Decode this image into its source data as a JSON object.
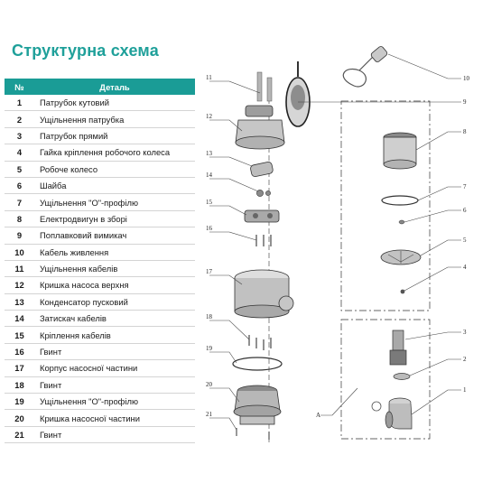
{
  "title": "Структурна схема",
  "table": {
    "header_num": "№",
    "header_name": "Деталь",
    "rows": [
      {
        "num": "1",
        "name": "Патрубок кутовий"
      },
      {
        "num": "2",
        "name": "Ущільнення патрубка"
      },
      {
        "num": "3",
        "name": "Патрубок прямий"
      },
      {
        "num": "4",
        "name": "Гайка кріплення робочого колеса"
      },
      {
        "num": "5",
        "name": "Робоче колесо"
      },
      {
        "num": "6",
        "name": "Шайба"
      },
      {
        "num": "7",
        "name": "Ущільнення \"О\"-профілю"
      },
      {
        "num": "8",
        "name": "Електродвигун в зборі"
      },
      {
        "num": "9",
        "name": "Поплавковий вимикач"
      },
      {
        "num": "10",
        "name": "Кабель живлення"
      },
      {
        "num": "11",
        "name": "Ущільнення кабелів"
      },
      {
        "num": "12",
        "name": "Кришка насоса верхня"
      },
      {
        "num": "13",
        "name": "Конденсатор пусковий"
      },
      {
        "num": "14",
        "name": "Затискач кабелів"
      },
      {
        "num": "15",
        "name": "Кріплення кабелів"
      },
      {
        "num": "16",
        "name": "Гвинт"
      },
      {
        "num": "17",
        "name": "Корпус насосної частини"
      },
      {
        "num": "18",
        "name": "Гвинт"
      },
      {
        "num": "19",
        "name": "Ущільнення \"О\"-профілю"
      },
      {
        "num": "20",
        "name": "Кришка насосної частини"
      },
      {
        "num": "21",
        "name": "Гвинт"
      }
    ]
  },
  "diagram": {
    "callouts": [
      "1",
      "2",
      "3",
      "4",
      "5",
      "6",
      "7",
      "8",
      "9",
      "10",
      "11",
      "12",
      "13",
      "14",
      "15",
      "16",
      "17",
      "18",
      "19",
      "20",
      "21",
      "A"
    ]
  }
}
